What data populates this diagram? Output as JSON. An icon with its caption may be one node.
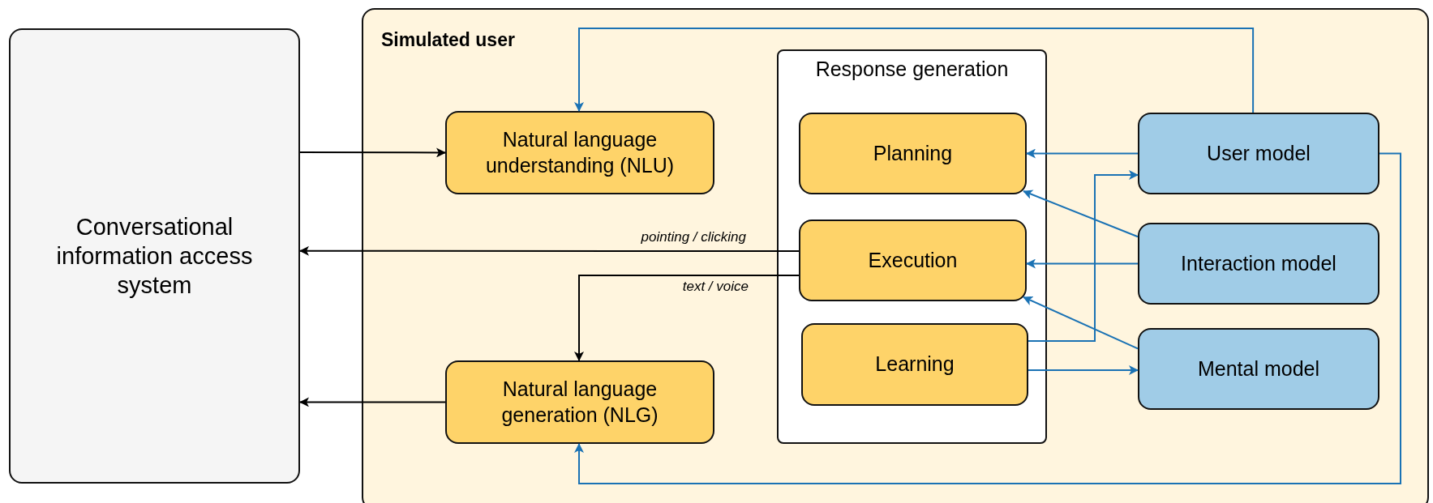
{
  "diagram": {
    "nodes": [
      {
        "text": [
          "Conversational information access system"
        ]
      },
      {
        "text": [
          "Simulated user"
        ]
      },
      {
        "text": [
          "Natural language understanding (NLU)"
        ],
        "in": 1
      },
      {
        "text": [
          "Response generation"
        ],
        "in": 1
      },
      {
        "text": [
          "Planning"
        ],
        "in": 3
      },
      {
        "text": [
          "Execution"
        ],
        "in": 3
      },
      {
        "text": [
          "Learning"
        ],
        "in": 3
      },
      {
        "text": [
          "Natural language generation (NLG)"
        ],
        "in": 1
      },
      {
        "text": [
          "User model"
        ],
        "in": 1
      },
      {
        "text": [
          "Interaction model"
        ],
        "in": 1
      },
      {
        "text": [
          "Mental model"
        ],
        "in": 1
      }
    ],
    "edges": [
      {
        "from": 0,
        "to": 2,
        "arrow": "to",
        "color": "#000000"
      },
      {
        "from": 5,
        "to": 0,
        "arrow": "to",
        "label": "pointing / clicking",
        "color": "#000000"
      },
      {
        "from": 5,
        "to": 7,
        "arrow": "to",
        "label": "text / voice",
        "color": "#000000"
      },
      {
        "from": 8,
        "to": 2,
        "arrow": "to"
      },
      {
        "from": 8,
        "to": 7,
        "arrow": "to"
      },
      {
        "from": 8,
        "to": 4,
        "arrow": "to"
      },
      {
        "from": 9,
        "to": 4,
        "arrow": "to"
      },
      {
        "from": 9,
        "to": 5,
        "arrow": "to"
      },
      {
        "from": 10,
        "to": 5,
        "arrow": "to"
      },
      {
        "from": 6,
        "to": 8,
        "arrow": "to"
      },
      {
        "from": 6,
        "to": 10,
        "arrow": "to"
      },
      {
        "from": 7,
        "to": 0,
        "arrow": "to",
        "color": "#000000"
      }
    ]
  }
}
